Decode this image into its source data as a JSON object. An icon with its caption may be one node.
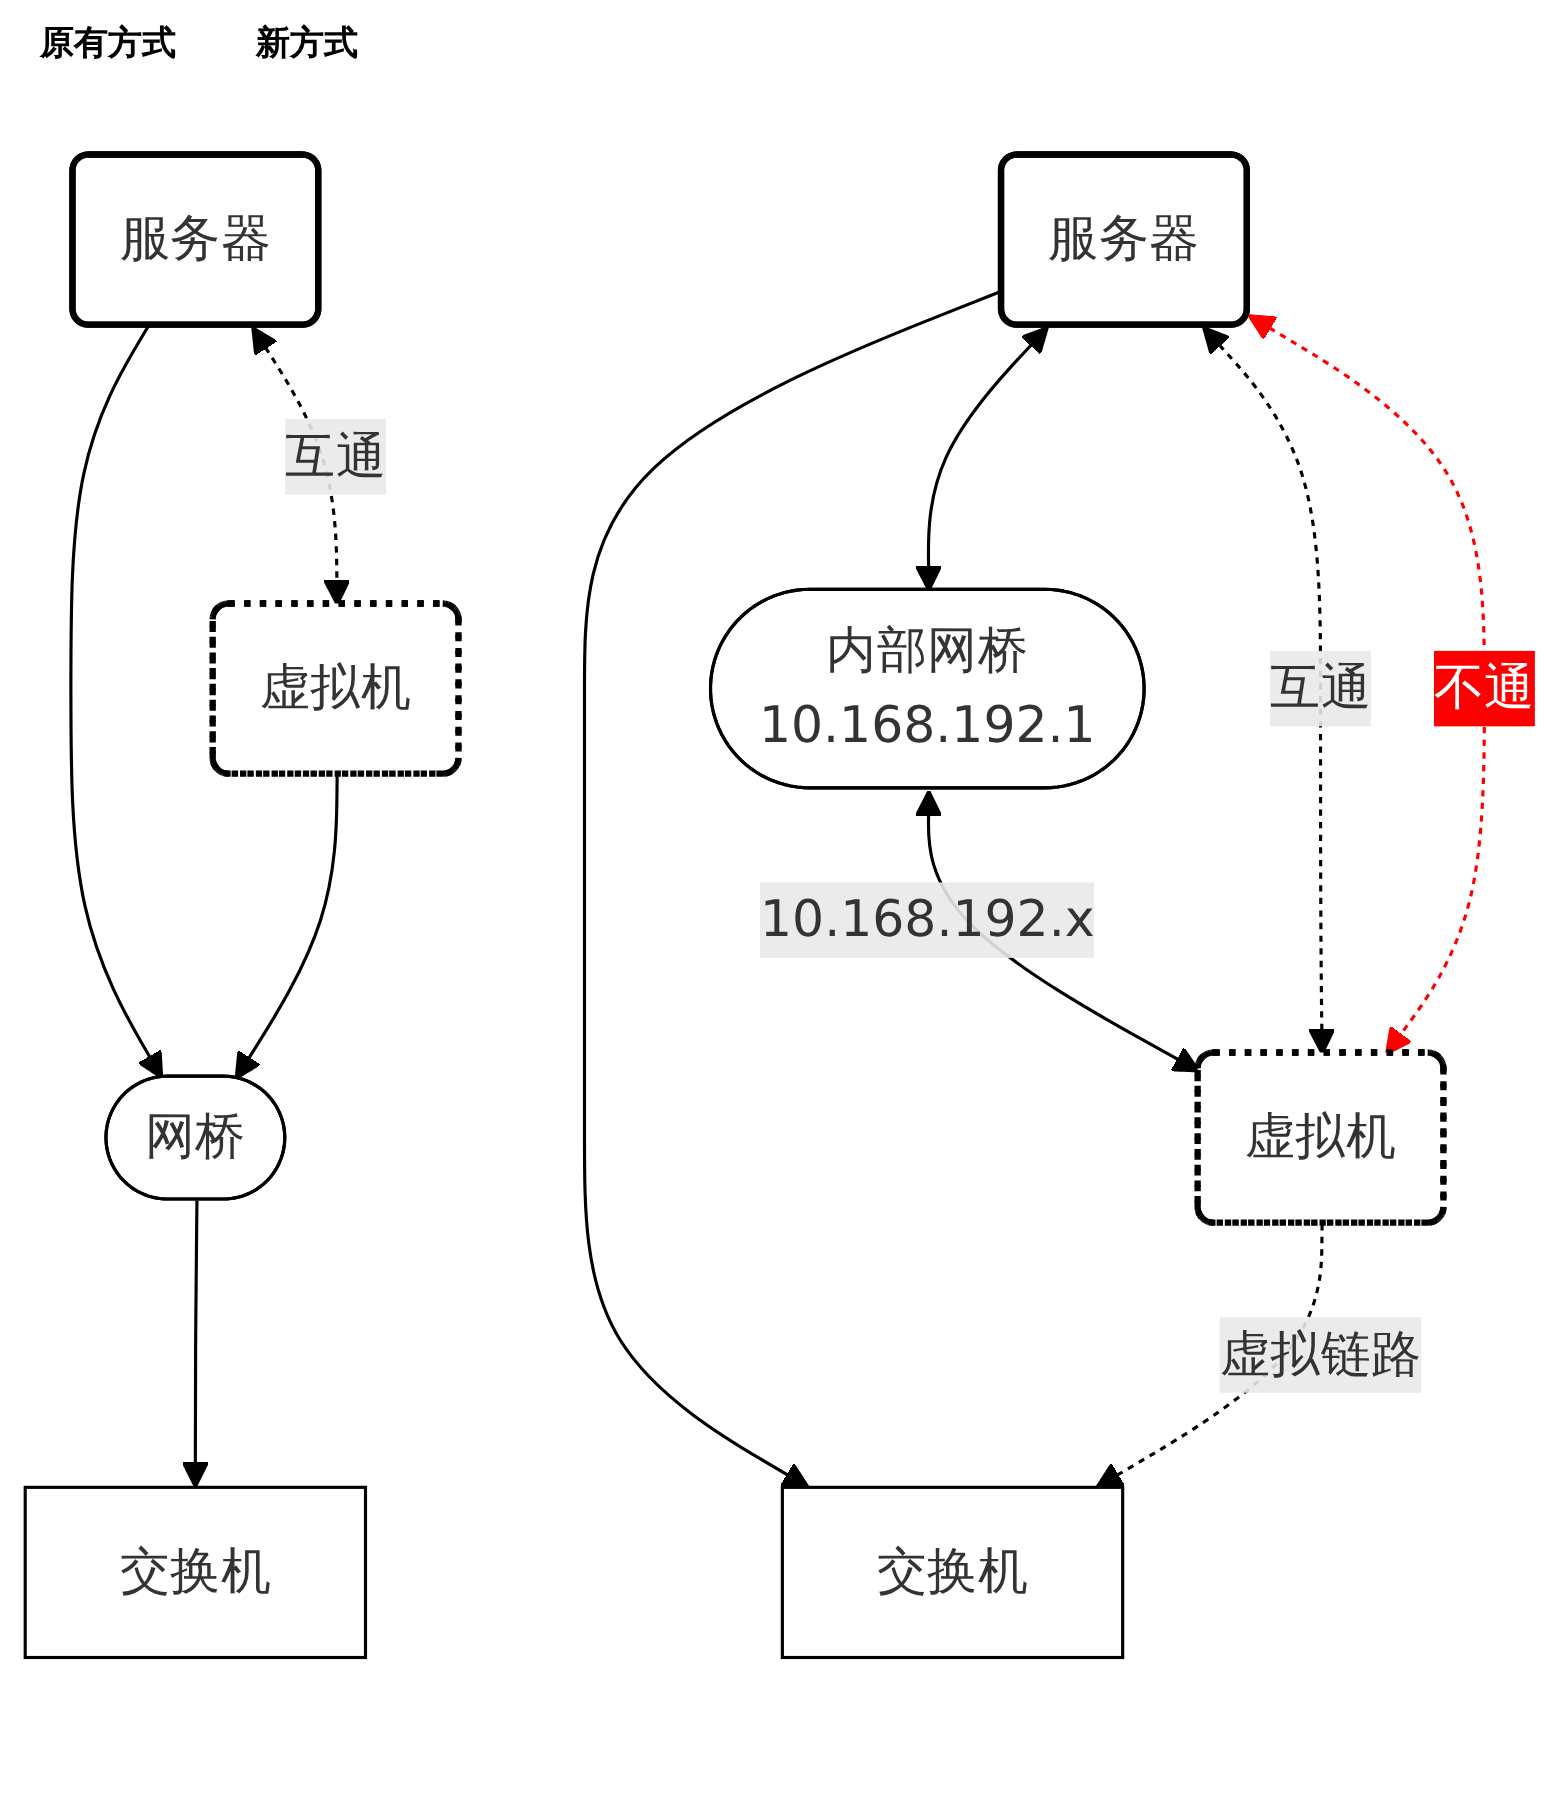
{
  "diagram": {
    "nodes": [
      {
        "text": [
          "服务器"
        ]
      },
      {
        "text": [
          "虚拟机"
        ]
      },
      {
        "text": [
          "网桥"
        ]
      },
      {
        "text": [
          "交换机"
        ]
      },
      {
        "text": [
          "内部网桥",
          "10.168.192.1"
        ]
      },
      {
        "text": [
          "服务器"
        ]
      },
      {
        "text": [
          "虚拟机"
        ]
      },
      {
        "text": [
          "交换机"
        ]
      }
    ],
    "edges": [
      {
        "from": 0,
        "to": 1,
        "arrow": "both",
        "style": "dashed",
        "label": "互通"
      },
      {
        "from": 0,
        "to": 2,
        "arrow": "to"
      },
      {
        "from": 1,
        "to": 2,
        "arrow": "to"
      },
      {
        "from": 2,
        "to": 3,
        "arrow": "to"
      },
      {
        "from": 5,
        "to": 4,
        "arrow": "both"
      },
      {
        "from": 4,
        "to": 6,
        "arrow": "both",
        "label": "10.168.192.x"
      },
      {
        "from": 5,
        "to": 6,
        "arrow": "both",
        "style": "dashed",
        "label": "互通"
      },
      {
        "from": 5,
        "to": 6,
        "arrow": "both",
        "style": "dashed",
        "color": "#ff0000",
        "label": "不通"
      },
      {
        "from": 5,
        "to": 7,
        "arrow": "to"
      },
      {
        "from": 6,
        "to": 7,
        "arrow": "to",
        "style": "dashed",
        "label": "虚拟链路"
      }
    ],
    "labels": [
      "原有方式",
      "新方式"
    ]
  }
}
